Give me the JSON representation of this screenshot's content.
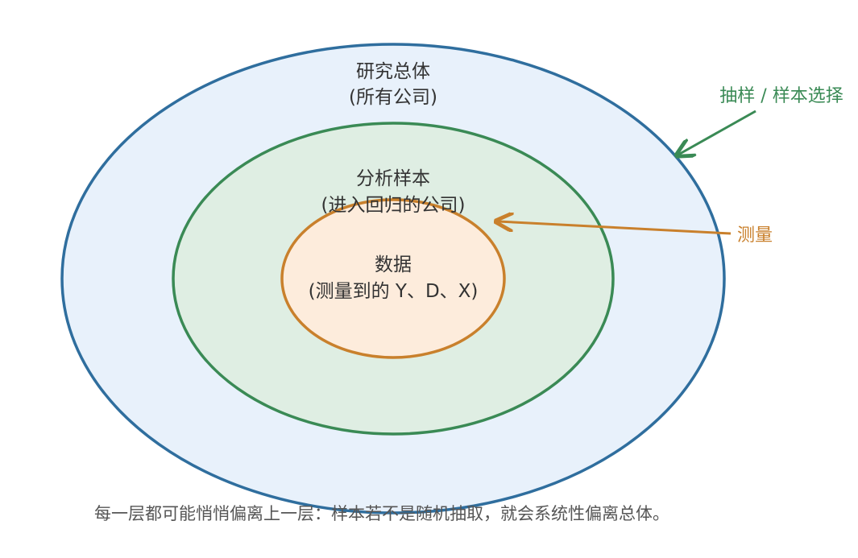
{
  "colors": {
    "population_stroke": "#2f6e9e",
    "population_fill": "#e8f1fb",
    "sample_stroke": "#3a8a55",
    "sample_fill": "#dfeee3",
    "data_stroke": "#c9802c",
    "data_fill": "#fdecdc",
    "sampling_label": "#3a8a55",
    "measure_label": "#c9802c",
    "text": "#333333",
    "caption": "#555555"
  },
  "diagram": {
    "population": {
      "title": "研究总体",
      "subtitle": "(所有公司)"
    },
    "sample": {
      "title": "分析样本",
      "subtitle": "(进入回归的公司)"
    },
    "data": {
      "title": "数据",
      "subtitle": "(测量到的 Y、D、X)"
    },
    "annotations": {
      "sampling": "抽样 / 样本选择",
      "measurement": "测量"
    },
    "caption": "每一层都可能悄悄偏离上一层：样本若不是随机抽取，就会系统性偏离总体。"
  }
}
